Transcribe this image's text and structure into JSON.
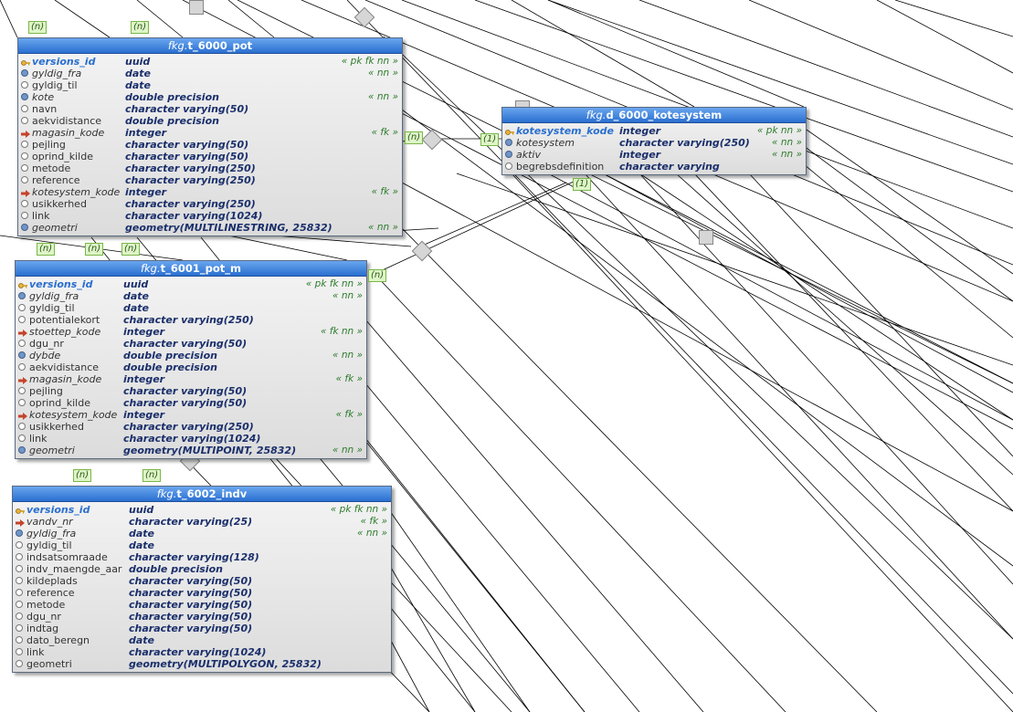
{
  "tables": [
    {
      "schema": "fkg.",
      "name": "t_6000_pot",
      "columns": [
        {
          "name": "versions_id",
          "type": "uuid",
          "flags": "« pk fk nn »",
          "icon": "pk"
        },
        {
          "name": "gyldig_fra",
          "type": "date",
          "flags": "« nn »",
          "icon": "nn"
        },
        {
          "name": "gyldig_til",
          "type": "date",
          "flags": "",
          "icon": "circle"
        },
        {
          "name": "kote",
          "type": "double precision",
          "flags": "« nn »",
          "icon": "nn"
        },
        {
          "name": "navn",
          "type": "character varying(50)",
          "flags": "",
          "icon": "circle"
        },
        {
          "name": "aekvidistance",
          "type": "double precision",
          "flags": "",
          "icon": "circle"
        },
        {
          "name": "magasin_kode",
          "type": "integer",
          "flags": "« fk »",
          "icon": "fk"
        },
        {
          "name": "pejling",
          "type": "character varying(50)",
          "flags": "",
          "icon": "circle"
        },
        {
          "name": "oprind_kilde",
          "type": "character varying(50)",
          "flags": "",
          "icon": "circle"
        },
        {
          "name": "metode",
          "type": "character varying(250)",
          "flags": "",
          "icon": "circle"
        },
        {
          "name": "reference",
          "type": "character varying(250)",
          "flags": "",
          "icon": "circle"
        },
        {
          "name": "kotesystem_kode",
          "type": "integer",
          "flags": "« fk »",
          "icon": "fk"
        },
        {
          "name": "usikkerhed",
          "type": "character varying(250)",
          "flags": "",
          "icon": "circle"
        },
        {
          "name": "link",
          "type": "character varying(1024)",
          "flags": "",
          "icon": "circle"
        },
        {
          "name": "geometri",
          "type": "geometry(MULTILINESTRING, 25832)",
          "flags": "« nn »",
          "icon": "nn"
        }
      ]
    },
    {
      "schema": "fkg.",
      "name": "t_6001_pot_m",
      "columns": [
        {
          "name": "versions_id",
          "type": "uuid",
          "flags": "« pk fk nn »",
          "icon": "pk"
        },
        {
          "name": "gyldig_fra",
          "type": "date",
          "flags": "« nn »",
          "icon": "nn"
        },
        {
          "name": "gyldig_til",
          "type": "date",
          "flags": "",
          "icon": "circle"
        },
        {
          "name": "potentialekort",
          "type": "character varying(250)",
          "flags": "",
          "icon": "circle"
        },
        {
          "name": "stoettep_kode",
          "type": "integer",
          "flags": "« fk nn »",
          "icon": "fk"
        },
        {
          "name": "dgu_nr",
          "type": "character varying(50)",
          "flags": "",
          "icon": "circle"
        },
        {
          "name": "dybde",
          "type": "double precision",
          "flags": "« nn »",
          "icon": "nn"
        },
        {
          "name": "aekvidistance",
          "type": "double precision",
          "flags": "",
          "icon": "circle"
        },
        {
          "name": "magasin_kode",
          "type": "integer",
          "flags": "« fk »",
          "icon": "fk"
        },
        {
          "name": "pejling",
          "type": "character varying(50)",
          "flags": "",
          "icon": "circle"
        },
        {
          "name": "oprind_kilde",
          "type": "character varying(50)",
          "flags": "",
          "icon": "circle"
        },
        {
          "name": "kotesystem_kode",
          "type": "integer",
          "flags": "« fk »",
          "icon": "fk"
        },
        {
          "name": "usikkerhed",
          "type": "character varying(250)",
          "flags": "",
          "icon": "circle"
        },
        {
          "name": "link",
          "type": "character varying(1024)",
          "flags": "",
          "icon": "circle"
        },
        {
          "name": "geometri",
          "type": "geometry(MULTIPOINT, 25832)",
          "flags": "« nn »",
          "icon": "nn"
        }
      ]
    },
    {
      "schema": "fkg.",
      "name": "t_6002_indv",
      "columns": [
        {
          "name": "versions_id",
          "type": "uuid",
          "flags": "« pk fk nn »",
          "icon": "pk"
        },
        {
          "name": "vandv_nr",
          "type": "character varying(25)",
          "flags": "« fk »",
          "icon": "fk"
        },
        {
          "name": "gyldig_fra",
          "type": "date",
          "flags": "« nn »",
          "icon": "nn"
        },
        {
          "name": "gyldig_til",
          "type": "date",
          "flags": "",
          "icon": "circle"
        },
        {
          "name": "indsatsomraade",
          "type": "character varying(128)",
          "flags": "",
          "icon": "circle"
        },
        {
          "name": "indv_maengde_aar",
          "type": "double precision",
          "flags": "",
          "icon": "circle"
        },
        {
          "name": "kildeplads",
          "type": "character varying(50)",
          "flags": "",
          "icon": "circle"
        },
        {
          "name": "reference",
          "type": "character varying(50)",
          "flags": "",
          "icon": "circle"
        },
        {
          "name": "metode",
          "type": "character varying(50)",
          "flags": "",
          "icon": "circle"
        },
        {
          "name": "dgu_nr",
          "type": "character varying(50)",
          "flags": "",
          "icon": "circle"
        },
        {
          "name": "indtag",
          "type": "character varying(50)",
          "flags": "",
          "icon": "circle"
        },
        {
          "name": "dato_beregn",
          "type": "date",
          "flags": "",
          "icon": "circle"
        },
        {
          "name": "link",
          "type": "character varying(1024)",
          "flags": "",
          "icon": "circle"
        },
        {
          "name": "geometri",
          "type": "geometry(MULTIPOLYGON, 25832)",
          "flags": "",
          "icon": "circle"
        }
      ]
    },
    {
      "schema": "fkg.",
      "name": "d_6000_kotesystem",
      "columns": [
        {
          "name": "kotesystem_kode",
          "type": "integer",
          "flags": "« pk nn »",
          "icon": "pk"
        },
        {
          "name": "kotesystem",
          "type": "character varying(250)",
          "flags": "« nn »",
          "icon": "nn"
        },
        {
          "name": "aktiv",
          "type": "integer",
          "flags": "« nn »",
          "icon": "nn"
        },
        {
          "name": "begrebsdefinition",
          "type": "character varying",
          "flags": "",
          "icon": "circle"
        }
      ]
    }
  ],
  "cardinality_labels": {
    "many": "(n)",
    "one": "(1)"
  },
  "colors": {
    "header": "#2a6fd0",
    "type_text": "#1a2f6b",
    "flag_text": "#2e7d2e",
    "label_bg": "#dff5c8"
  }
}
